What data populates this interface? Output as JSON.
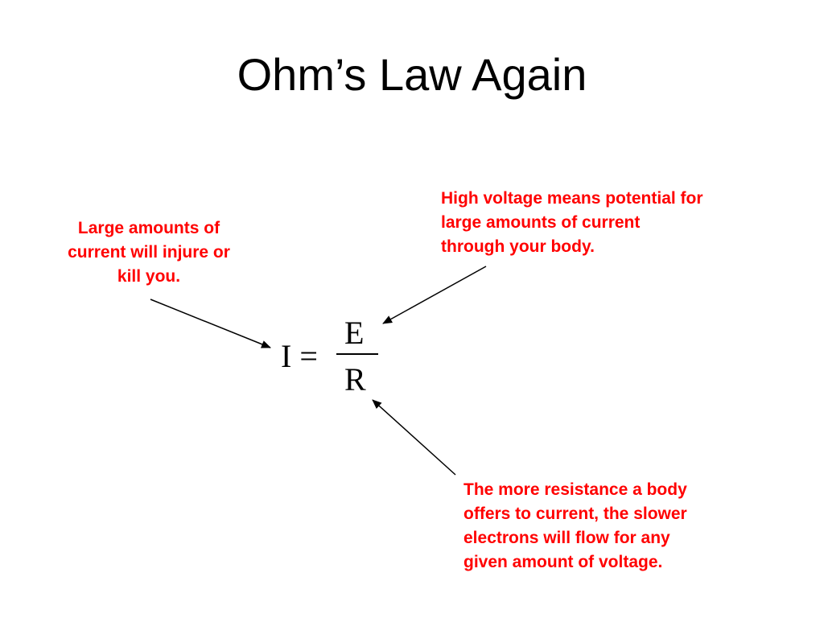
{
  "slide": {
    "title": "Ohm’s Law Again"
  },
  "formula": {
    "lhs": "I =",
    "numerator": "E",
    "denominator": "R"
  },
  "notes": {
    "left": [
      "Large amounts of",
      "current will injure or",
      "kill you."
    ],
    "top_right": [
      "High voltage means potential for",
      "large amounts of current",
      "through your body."
    ],
    "bottom_right": [
      "The more resistance a body",
      "offers to current, the slower",
      "electrons will flow for any",
      "given amount of voltage."
    ]
  },
  "colors": {
    "note_text": "#ff0000",
    "body_text": "#000000",
    "background": "#ffffff"
  }
}
